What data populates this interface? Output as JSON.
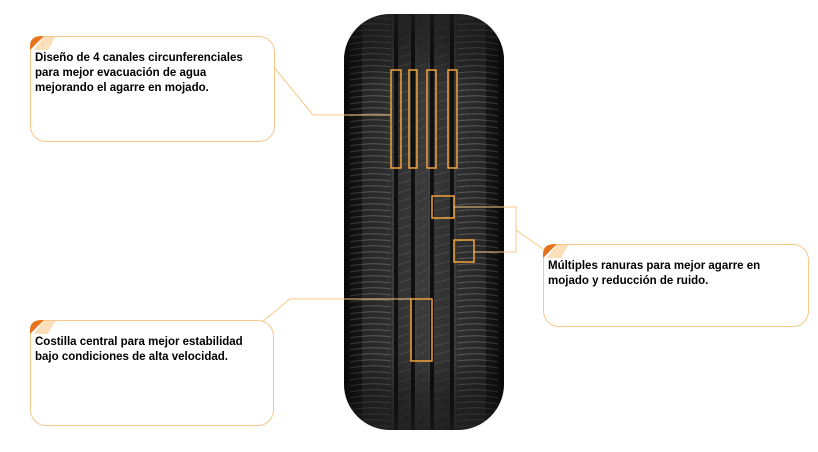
{
  "colors": {
    "accent": "#e8731e",
    "highlight": "#f2a33a",
    "callout_border": "#f6c98a",
    "leader_line": "#f6c98a",
    "tire_rubber": "#2a2a2a"
  },
  "callouts": [
    {
      "id": "water-evacuation",
      "text": "Diseño de 4 canales circunferenciales para mejor evacuación de agua mejorando el agarre en mojado."
    },
    {
      "id": "multiple-grooves",
      "text": "Múltiples ranuras para mejor agarre en mojado y reducción de ruido."
    },
    {
      "id": "central-rib",
      "text": "Costilla central para mejor estabilidad bajo condiciones de alta velocidad."
    }
  ],
  "icons": [
    "tab-corner-icon"
  ]
}
